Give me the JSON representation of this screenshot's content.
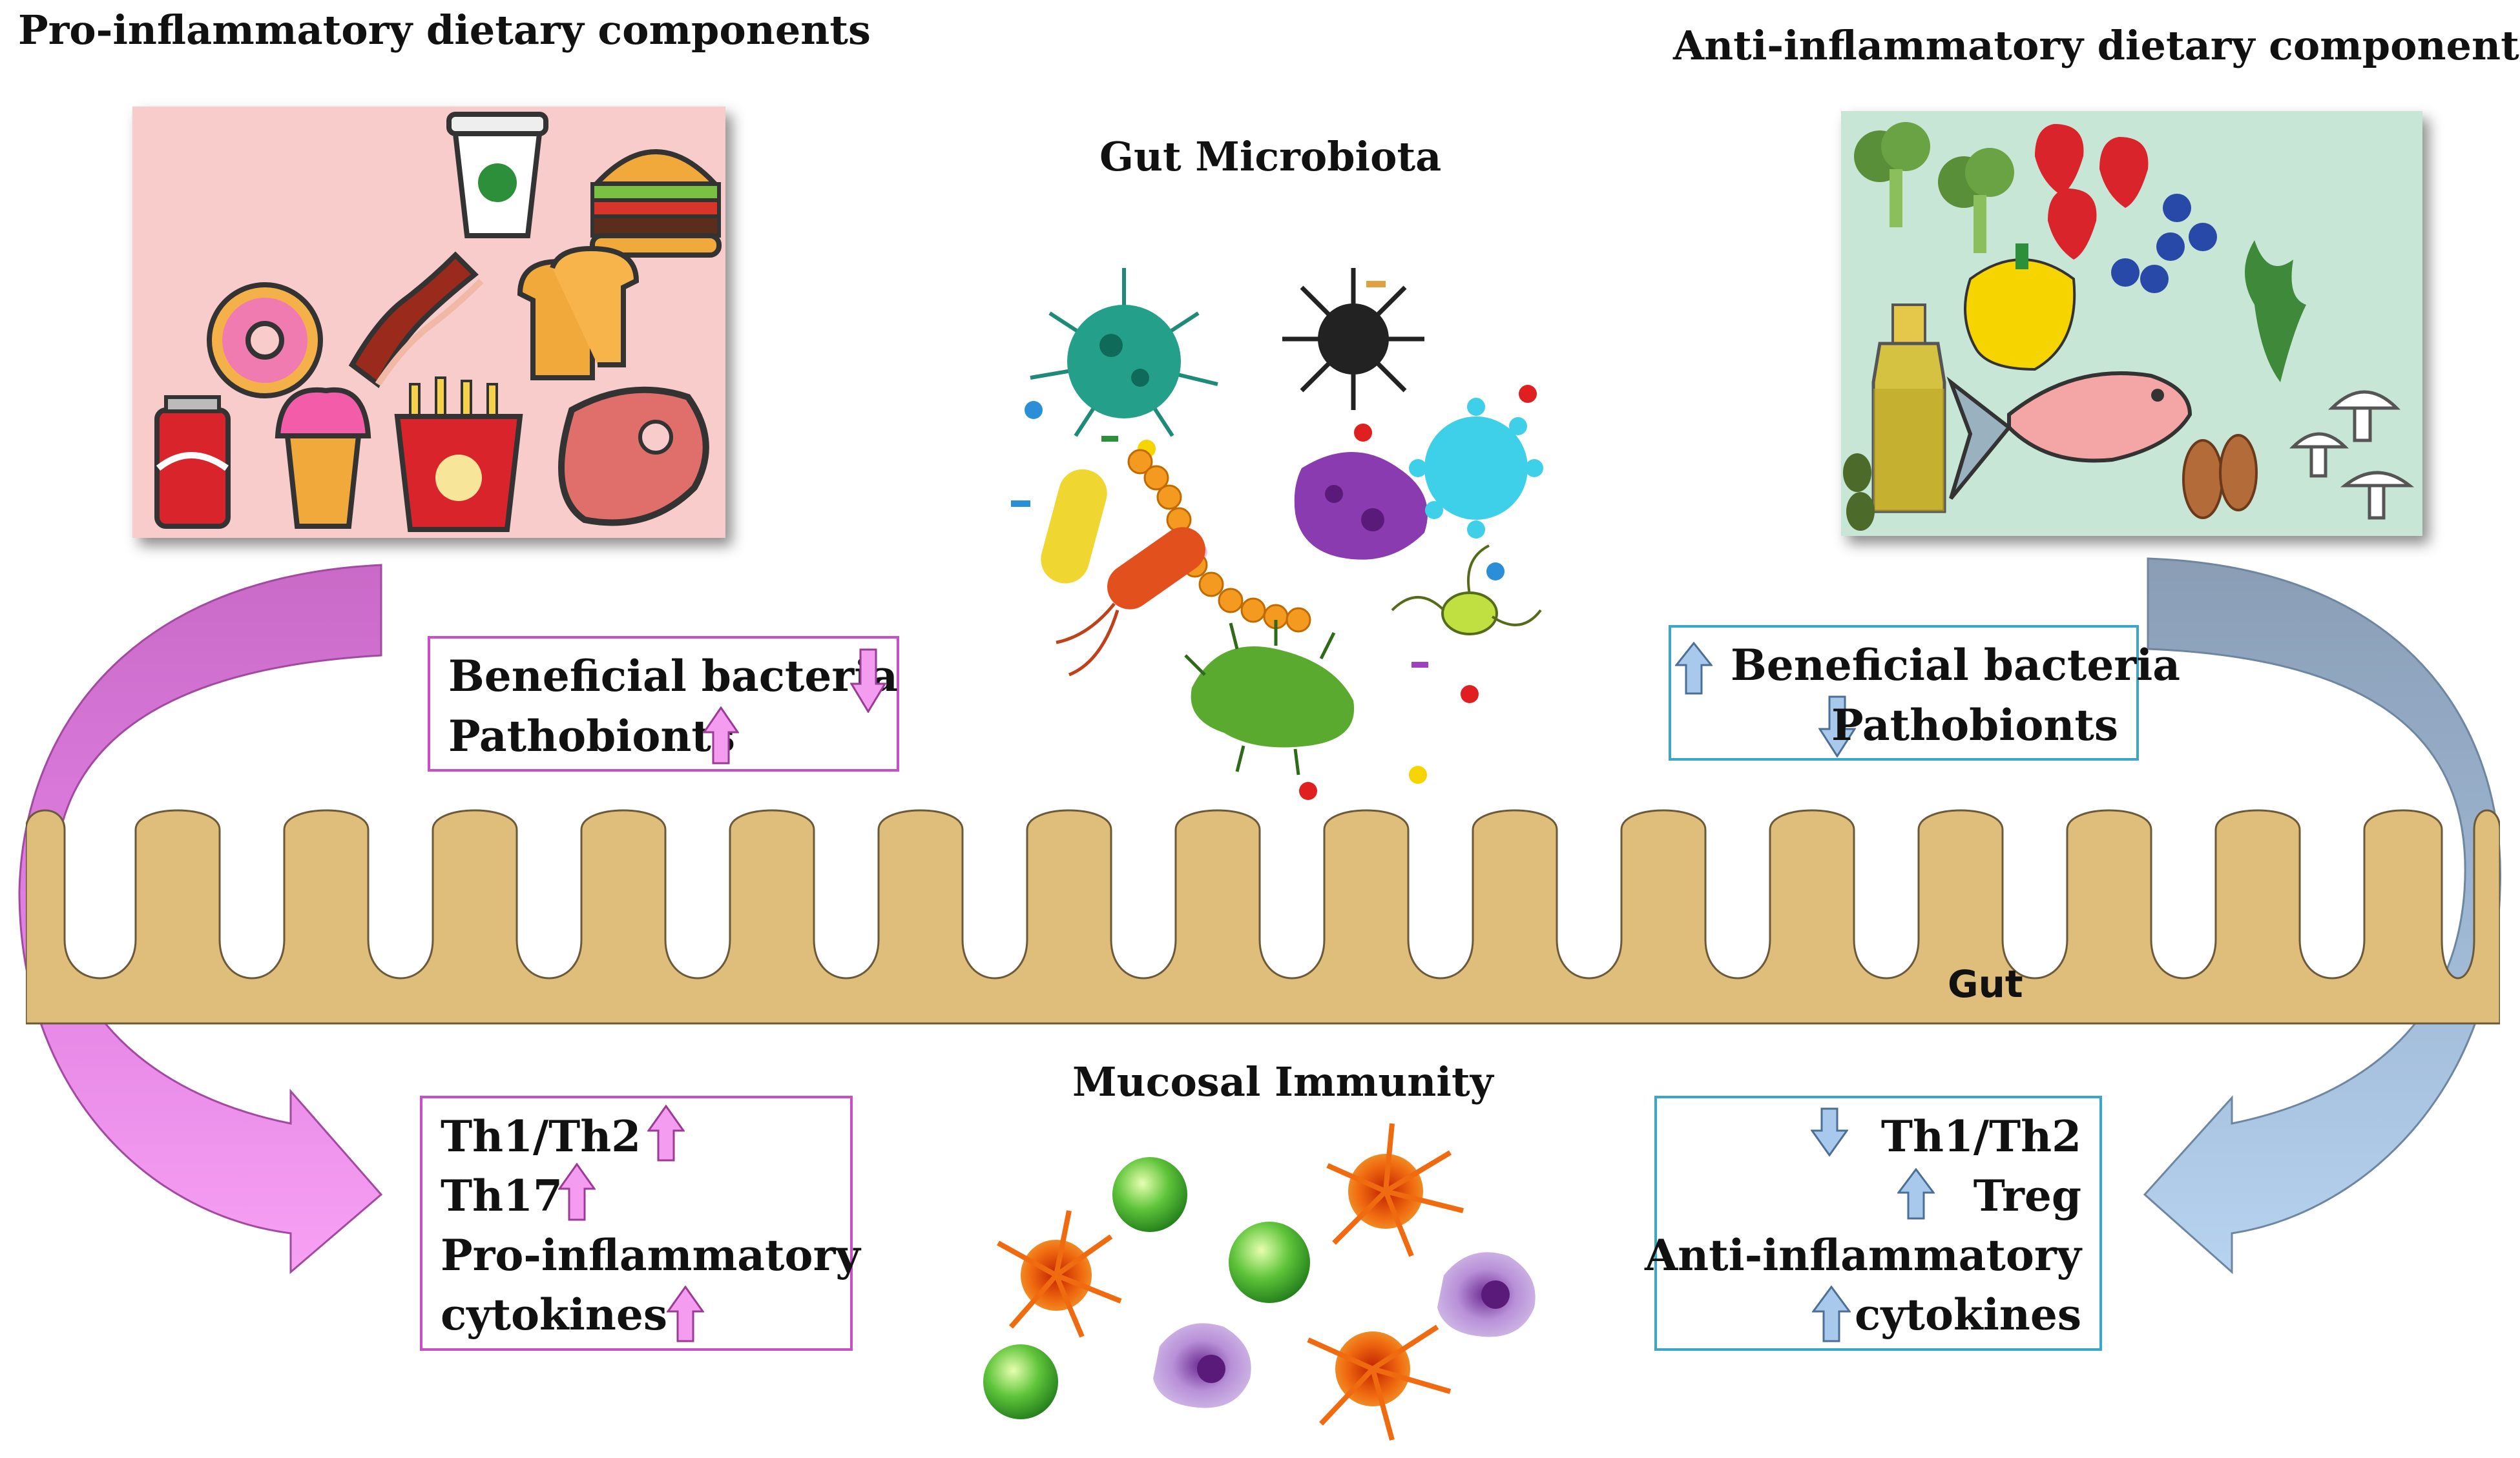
{
  "titles": {
    "pro": "Pro-inflammatory dietary components",
    "anti": "Anti-inflammatory  dietary components",
    "microbiota": "Gut Microbiota",
    "immunity": "Mucosal Immunity",
    "gut": "Gut"
  },
  "pro_bacteria_box": {
    "line1": "Beneficial bacteria",
    "line1_arrow": "down",
    "line2": "Pathobionts",
    "line2_arrow": "up"
  },
  "anti_bacteria_box": {
    "line1": "Beneficial bacteria",
    "line1_arrow": "up",
    "line2": "Pathobionts",
    "line2_arrow": "down"
  },
  "pro_immune_box": {
    "line1": "Th1/Th2",
    "line1_arrow": "up",
    "line2": "Th17",
    "line2_arrow": "up",
    "line3": "Pro-inflammatory",
    "line4": "cytokines",
    "line4_arrow": "up"
  },
  "anti_immune_box": {
    "line1": "Th1/Th2",
    "line1_arrow": "down",
    "line2": "Treg",
    "line2_arrow": "up",
    "line3": "Anti-inflammatory",
    "line4": "cytokines",
    "line4_arrow": "up"
  },
  "colors": {
    "pro_panel": "#f7cccb",
    "anti_panel": "#c8e6d6",
    "gut": "#dfbd7a",
    "pink_accent": "#c94fc8",
    "blue_accent": "#3aa6c9",
    "pink_arrow": "#f49cf0",
    "blue_arrow": "#a9c9ec"
  },
  "icons": {
    "pro_foods": [
      "coffee-cup-icon",
      "burger-icon",
      "donut-icon",
      "bacon-icon",
      "bread-icon",
      "soda-can-icon",
      "ice-cream-icon",
      "fries-icon",
      "steak-icon"
    ],
    "anti_foods": [
      "broccoli-icon",
      "strawberry-icon",
      "blueberry-icon",
      "pepper-icon",
      "oil-bottle-icon",
      "arugula-icon",
      "fish-icon",
      "olive-icon",
      "almond-icon",
      "mushroom-icon"
    ],
    "microbes": [
      "virus-icon",
      "spiky-bacterium-icon",
      "rod-bacterium-icon",
      "coccus-chain-icon",
      "purple-microbe-icon",
      "cyan-virus-icon",
      "flagellate-icon",
      "green-bacillus-icon"
    ],
    "immune_cells": [
      "lymphocyte-icon",
      "dendritic-cell-icon",
      "macrophage-icon"
    ]
  }
}
